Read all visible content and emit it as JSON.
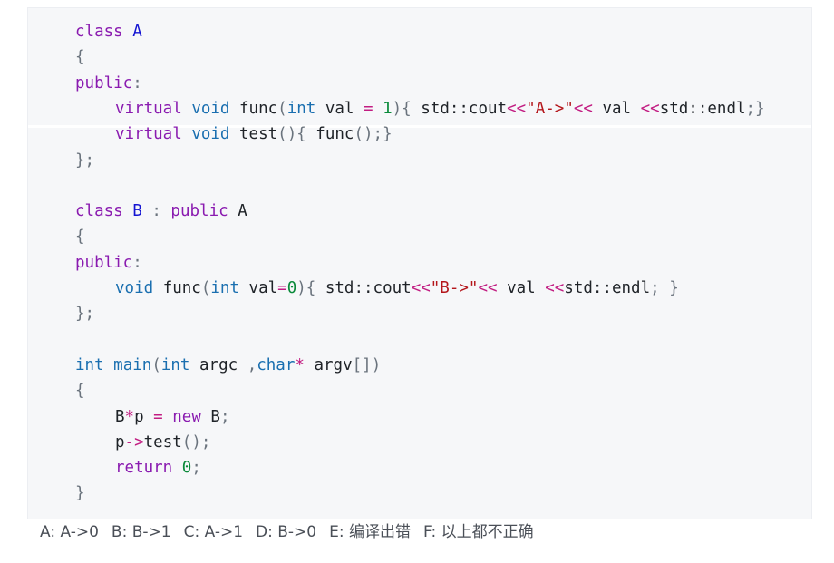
{
  "colors": {
    "keyword": "#8a1bb0",
    "type": "#1a6fb0",
    "classname": "#1414d2",
    "number": "#0a8a3a",
    "string": "#b4161b",
    "operator": "#c21d82",
    "plain": "#1f2328",
    "punct": "#6a737d",
    "background": "#f6f7f9"
  },
  "code": {
    "lines": [
      {
        "indent": 0,
        "tokens": [
          [
            "keyword",
            "class"
          ],
          [
            "plain",
            " "
          ],
          [
            "classname",
            "A"
          ]
        ]
      },
      {
        "indent": 0,
        "tokens": [
          [
            "punct",
            "{"
          ]
        ]
      },
      {
        "indent": 0,
        "tokens": [
          [
            "keyword",
            "public"
          ],
          [
            "punct",
            ":"
          ]
        ]
      },
      {
        "indent": 1,
        "tokens": [
          [
            "keyword",
            "virtual"
          ],
          [
            "plain",
            " "
          ],
          [
            "type",
            "void"
          ],
          [
            "plain",
            " func"
          ],
          [
            "punct",
            "("
          ],
          [
            "type",
            "int"
          ],
          [
            "plain",
            " val "
          ],
          [
            "operator",
            "="
          ],
          [
            "plain",
            " "
          ],
          [
            "number",
            "1"
          ],
          [
            "punct",
            "){"
          ],
          [
            "plain",
            " std::cout"
          ],
          [
            "operator",
            "<<"
          ],
          [
            "string",
            "\"A->\""
          ],
          [
            "operator",
            "<<"
          ],
          [
            "plain",
            " val "
          ],
          [
            "operator",
            "<<"
          ],
          [
            "plain",
            "std::endl"
          ],
          [
            "punct",
            ";}"
          ]
        ]
      },
      {
        "indent": 1,
        "tokens": [
          [
            "keyword",
            "virtual"
          ],
          [
            "plain",
            " "
          ],
          [
            "type",
            "void"
          ],
          [
            "plain",
            " test"
          ],
          [
            "punct",
            "(){"
          ],
          [
            "plain",
            " func"
          ],
          [
            "punct",
            "();}"
          ]
        ]
      },
      {
        "indent": 0,
        "tokens": [
          [
            "punct",
            "};"
          ]
        ]
      },
      {
        "indent": 0,
        "tokens": []
      },
      {
        "indent": 0,
        "tokens": [
          [
            "keyword",
            "class"
          ],
          [
            "plain",
            " "
          ],
          [
            "classname",
            "B"
          ],
          [
            "plain",
            " "
          ],
          [
            "punct",
            ":"
          ],
          [
            "plain",
            " "
          ],
          [
            "keyword",
            "public"
          ],
          [
            "plain",
            " "
          ],
          [
            "plain",
            "A"
          ]
        ]
      },
      {
        "indent": 0,
        "tokens": [
          [
            "punct",
            "{"
          ]
        ]
      },
      {
        "indent": 0,
        "tokens": [
          [
            "keyword",
            "public"
          ],
          [
            "punct",
            ":"
          ]
        ]
      },
      {
        "indent": 1,
        "tokens": [
          [
            "type",
            "void"
          ],
          [
            "plain",
            " func"
          ],
          [
            "punct",
            "("
          ],
          [
            "type",
            "int"
          ],
          [
            "plain",
            " val"
          ],
          [
            "operator",
            "="
          ],
          [
            "number",
            "0"
          ],
          [
            "punct",
            "){"
          ],
          [
            "plain",
            " std::cout"
          ],
          [
            "operator",
            "<<"
          ],
          [
            "string",
            "\"B->\""
          ],
          [
            "operator",
            "<<"
          ],
          [
            "plain",
            " val "
          ],
          [
            "operator",
            "<<"
          ],
          [
            "plain",
            "std::endl"
          ],
          [
            "punct",
            ";"
          ],
          [
            "plain",
            " "
          ],
          [
            "punct",
            "}"
          ]
        ]
      },
      {
        "indent": 0,
        "tokens": [
          [
            "punct",
            "};"
          ]
        ]
      },
      {
        "indent": 0,
        "tokens": []
      },
      {
        "indent": 0,
        "tokens": [
          [
            "type",
            "int"
          ],
          [
            "plain",
            " "
          ],
          [
            "type",
            "main"
          ],
          [
            "punct",
            "("
          ],
          [
            "type",
            "int"
          ],
          [
            "plain",
            " argc "
          ],
          [
            "punct",
            ","
          ],
          [
            "type",
            "char"
          ],
          [
            "operator",
            "*"
          ],
          [
            "plain",
            " argv"
          ],
          [
            "punct",
            "[])"
          ]
        ]
      },
      {
        "indent": 0,
        "tokens": [
          [
            "punct",
            "{"
          ]
        ]
      },
      {
        "indent": 1,
        "tokens": [
          [
            "plain",
            "B"
          ],
          [
            "operator",
            "*"
          ],
          [
            "plain",
            "p "
          ],
          [
            "operator",
            "="
          ],
          [
            "plain",
            " "
          ],
          [
            "keyword",
            "new"
          ],
          [
            "plain",
            " B"
          ],
          [
            "punct",
            ";"
          ]
        ]
      },
      {
        "indent": 1,
        "tokens": [
          [
            "plain",
            "p"
          ],
          [
            "operator",
            "->"
          ],
          [
            "plain",
            "test"
          ],
          [
            "punct",
            "();"
          ]
        ]
      },
      {
        "indent": 1,
        "tokens": [
          [
            "keyword",
            "return"
          ],
          [
            "plain",
            " "
          ],
          [
            "number",
            "0"
          ],
          [
            "punct",
            ";"
          ]
        ]
      },
      {
        "indent": 0,
        "tokens": [
          [
            "punct",
            "}"
          ]
        ]
      }
    ]
  },
  "options": [
    {
      "key": "A",
      "text": "A: A->0"
    },
    {
      "key": "B",
      "text": "B: B->1"
    },
    {
      "key": "C",
      "text": "C: A->1"
    },
    {
      "key": "D",
      "text": "D: B->0"
    },
    {
      "key": "E",
      "text": "E: 编译出错"
    },
    {
      "key": "F",
      "text": "F: 以上都不正确"
    }
  ]
}
